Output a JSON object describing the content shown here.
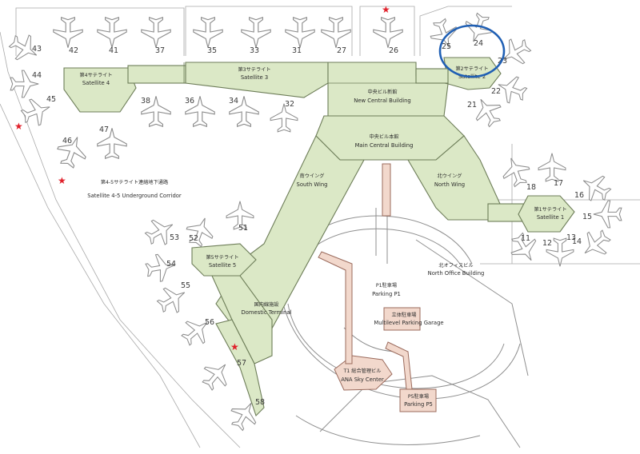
{
  "buildings": {
    "satellite4": {
      "jp": "第4サテライト",
      "en": "Satellite 4"
    },
    "satellite3": {
      "jp": "第3サテライト",
      "en": "Satellite 3"
    },
    "satellite2": {
      "jp": "第2サテライト",
      "en": "Satellite 2"
    },
    "new_central": {
      "jp": "中央ビル新館",
      "en": "New Central Building"
    },
    "main_central": {
      "jp": "中央ビル本館",
      "en": "Main Central Building"
    },
    "south_wing": {
      "jp": "南ウイング",
      "en": "South Wing"
    },
    "north_wing": {
      "jp": "北ウイング",
      "en": "North Wing"
    },
    "satellite1": {
      "jp": "第1サテライト",
      "en": "Satellite 1"
    },
    "corridor": {
      "jp": "第4-5サテライト連絡地下通路",
      "en": "Satellite 4-5 Underground Corridor"
    },
    "satellite5": {
      "jp": "第5サテライト",
      "en": "Satellite 5"
    },
    "domestic": {
      "jp": "国内線施設",
      "en": "Domestic Terminal"
    },
    "north_office": {
      "jp": "北オフィスビル",
      "en": "North Office Building"
    },
    "parking_p1": {
      "jp": "P1駐車場",
      "en": "Parking P1"
    },
    "multilevel": {
      "jp": "立体駐車場",
      "en": "Multilevel Parking Garage"
    },
    "ana_sky": {
      "jp": "T1 総合管理ビル",
      "en": "ANA Sky Center"
    },
    "parking_p5": {
      "jp": "P5駐車場",
      "en": "Parking P5"
    }
  },
  "gates": [
    "11",
    "12",
    "13",
    "14",
    "15",
    "16",
    "17",
    "18",
    "21",
    "22",
    "23",
    "24",
    "25",
    "26",
    "27",
    "31",
    "32",
    "33",
    "34",
    "35",
    "36",
    "37",
    "38",
    "41",
    "42",
    "43",
    "44",
    "45",
    "46",
    "47",
    "51",
    "52",
    "53",
    "54",
    "55",
    "56",
    "57",
    "58"
  ],
  "colors": {
    "terminal": "#dbe8c6",
    "facility": "#f2d8cc",
    "highlight_circle": "#1f5fb4",
    "marker": "#e0202a"
  },
  "markers": [
    "red-star",
    "red-star",
    "red-star",
    "red-star"
  ],
  "highlight": {
    "shape": "circle",
    "around": "Satellite 2"
  }
}
